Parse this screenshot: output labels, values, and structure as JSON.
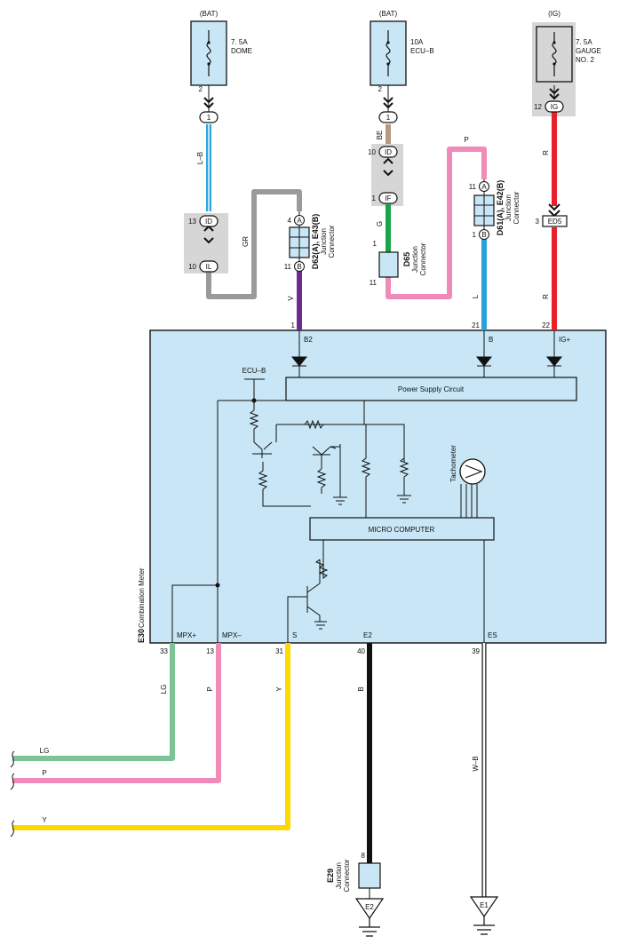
{
  "fuses": {
    "dome": {
      "source": "(BAT)",
      "rating": "7. 5A",
      "name": "DOME",
      "pin": "2"
    },
    "ecub": {
      "source": "(BAT)",
      "rating": "10A",
      "name": "ECU–B",
      "pin": "2"
    },
    "gauge": {
      "source": "(IG)",
      "rating": "7. 5A",
      "name1": "GAUGE",
      "name2": "NO. 2",
      "pin": "12",
      "conn": "IG"
    }
  },
  "inline": {
    "c1a": "1",
    "c1b": "1",
    "id_left_pin": "13",
    "id_left": "ID",
    "il_left_pin": "10",
    "il_left": "IL",
    "id_mid_pin": "10",
    "id_mid": "ID",
    "if_mid_pin": "1",
    "if_mid": "IF",
    "ed5_pin": "3",
    "ed5": "ED5"
  },
  "wires": {
    "lb": "L–B",
    "gr": "GR",
    "be": "BE",
    "g": "G",
    "p_top": "P",
    "r1": "R",
    "r2": "R",
    "v": "V",
    "l": "L",
    "lg": "LG",
    "p": "P",
    "y": "Y",
    "b": "B",
    "wb": "W–B",
    "lg_end": "LG",
    "p_end": "P",
    "y_end": "Y"
  },
  "connectors": {
    "d62": {
      "code": "D62(A), E43(B)",
      "line1": "Junction",
      "line2": "Connector",
      "pin_a": "4",
      "pin_b": "11",
      "a": "A",
      "b": "B",
      "out_pin": "1"
    },
    "d65": {
      "code": "D65",
      "line1": "Junction",
      "line2": "Connector",
      "pin_top": "1",
      "pin_bot": "11"
    },
    "d61": {
      "code": "D61(A), E42(B)",
      "line1": "Junction",
      "line2": "Connector",
      "pin_a": "11",
      "pin_b": "1",
      "a": "A",
      "b": "B",
      "out_pin": "21"
    },
    "e29": {
      "code": "E29",
      "line1": "Junction",
      "line2": "Connector",
      "pin": "8"
    }
  },
  "meter": {
    "code": "E30",
    "name": "Combination Meter",
    "top_terms": [
      {
        "pin": "1",
        "label": "B2"
      },
      {
        "pin": "21",
        "label": "B"
      },
      {
        "pin": "22",
        "label": "IG+"
      }
    ],
    "bottom_terms": [
      {
        "pin": "33",
        "label": "MPX+"
      },
      {
        "pin": "13",
        "label": "MPX–"
      },
      {
        "pin": "31",
        "label": "S"
      },
      {
        "pin": "40",
        "label": "E2"
      },
      {
        "pin": "39",
        "label": "ES"
      }
    ],
    "power_supply": "Power Supply Circuit",
    "micro": "MICRO COMPUTER",
    "ecu_b": "ECU–B",
    "tachometer": "Tachometer"
  },
  "grounds": {
    "e2": "E2",
    "e1": "E1"
  },
  "colors": {
    "box_fill": "#c8e6f5",
    "gray_fill": "#d6d6d6",
    "lb": "#2aa8e0",
    "gray_wire": "#9a9a9a",
    "be": "#b49a84",
    "green": "#1aa44a",
    "pink": "#f08ab8",
    "red": "#e8202a",
    "violet": "#6b2a8e",
    "blue": "#28a2dc",
    "light_green": "#7cc498",
    "yellow": "#ffd800",
    "black": "#111111"
  }
}
